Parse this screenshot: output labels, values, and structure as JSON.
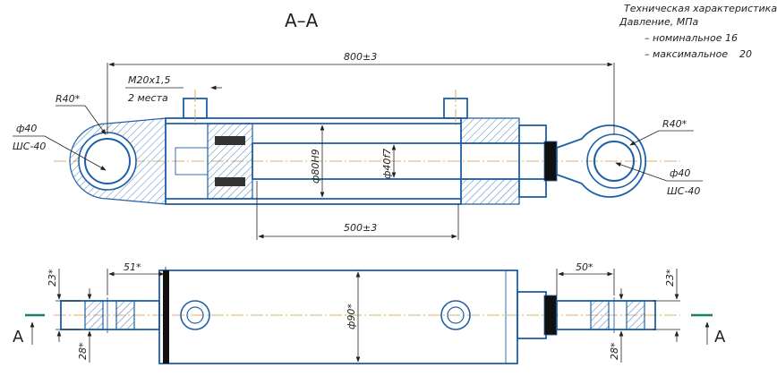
{
  "title": "А–А",
  "spec": {
    "heading": "Техническая характеристика",
    "line1": "Давление, МПа",
    "line2": "– номинальное 16",
    "line3": "– максимальное",
    "line3_value": "20"
  },
  "dims": {
    "overall_length": "800±3",
    "thread": "М20х1,5",
    "thread_qty": "2 места",
    "radius_left": "R40*",
    "radius_right": "R40*",
    "pin_left_dia": "ф40",
    "pin_left_bearing": "ШС-40",
    "pin_right_dia": "ф40",
    "pin_right_bearing": "ШС-40",
    "bore": "ф80Н9",
    "rod": "ф40f7",
    "stroke": "500±3",
    "left_offset": "51*",
    "right_offset": "50*",
    "eye_width_left": "23*",
    "eye_width_right": "23*",
    "eye_thick_left": "28*",
    "eye_thick_right": "28*",
    "barrel_dia": "ф90*"
  },
  "section_marks": {
    "left": "А",
    "right": "А"
  },
  "colors": {
    "outline": "#1f5fa8",
    "dimension": "#222222",
    "centerline": "#d19a3b"
  }
}
